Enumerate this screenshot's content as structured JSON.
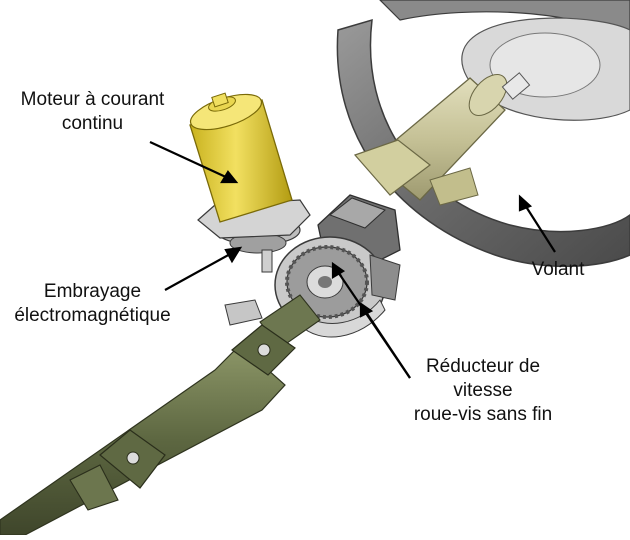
{
  "labels": {
    "motor_line1": "Moteur à courant",
    "motor_line2": "continu",
    "clutch_line1": "Embrayage",
    "clutch_line2": "électromagnétique",
    "wheel": "Volant",
    "reducer_line1": "Réducteur de",
    "reducer_line2": "vitesse",
    "reducer_line3": "roue-vis sans fin"
  },
  "colors": {
    "motor_yellow": "#e8d34a",
    "shaft_olive": "#6f7a52",
    "column_tan": "#c9c59a",
    "wheel_gray": "#6a6a6a",
    "metal_gray": "#b8b8b8",
    "label_text": "#111111"
  }
}
